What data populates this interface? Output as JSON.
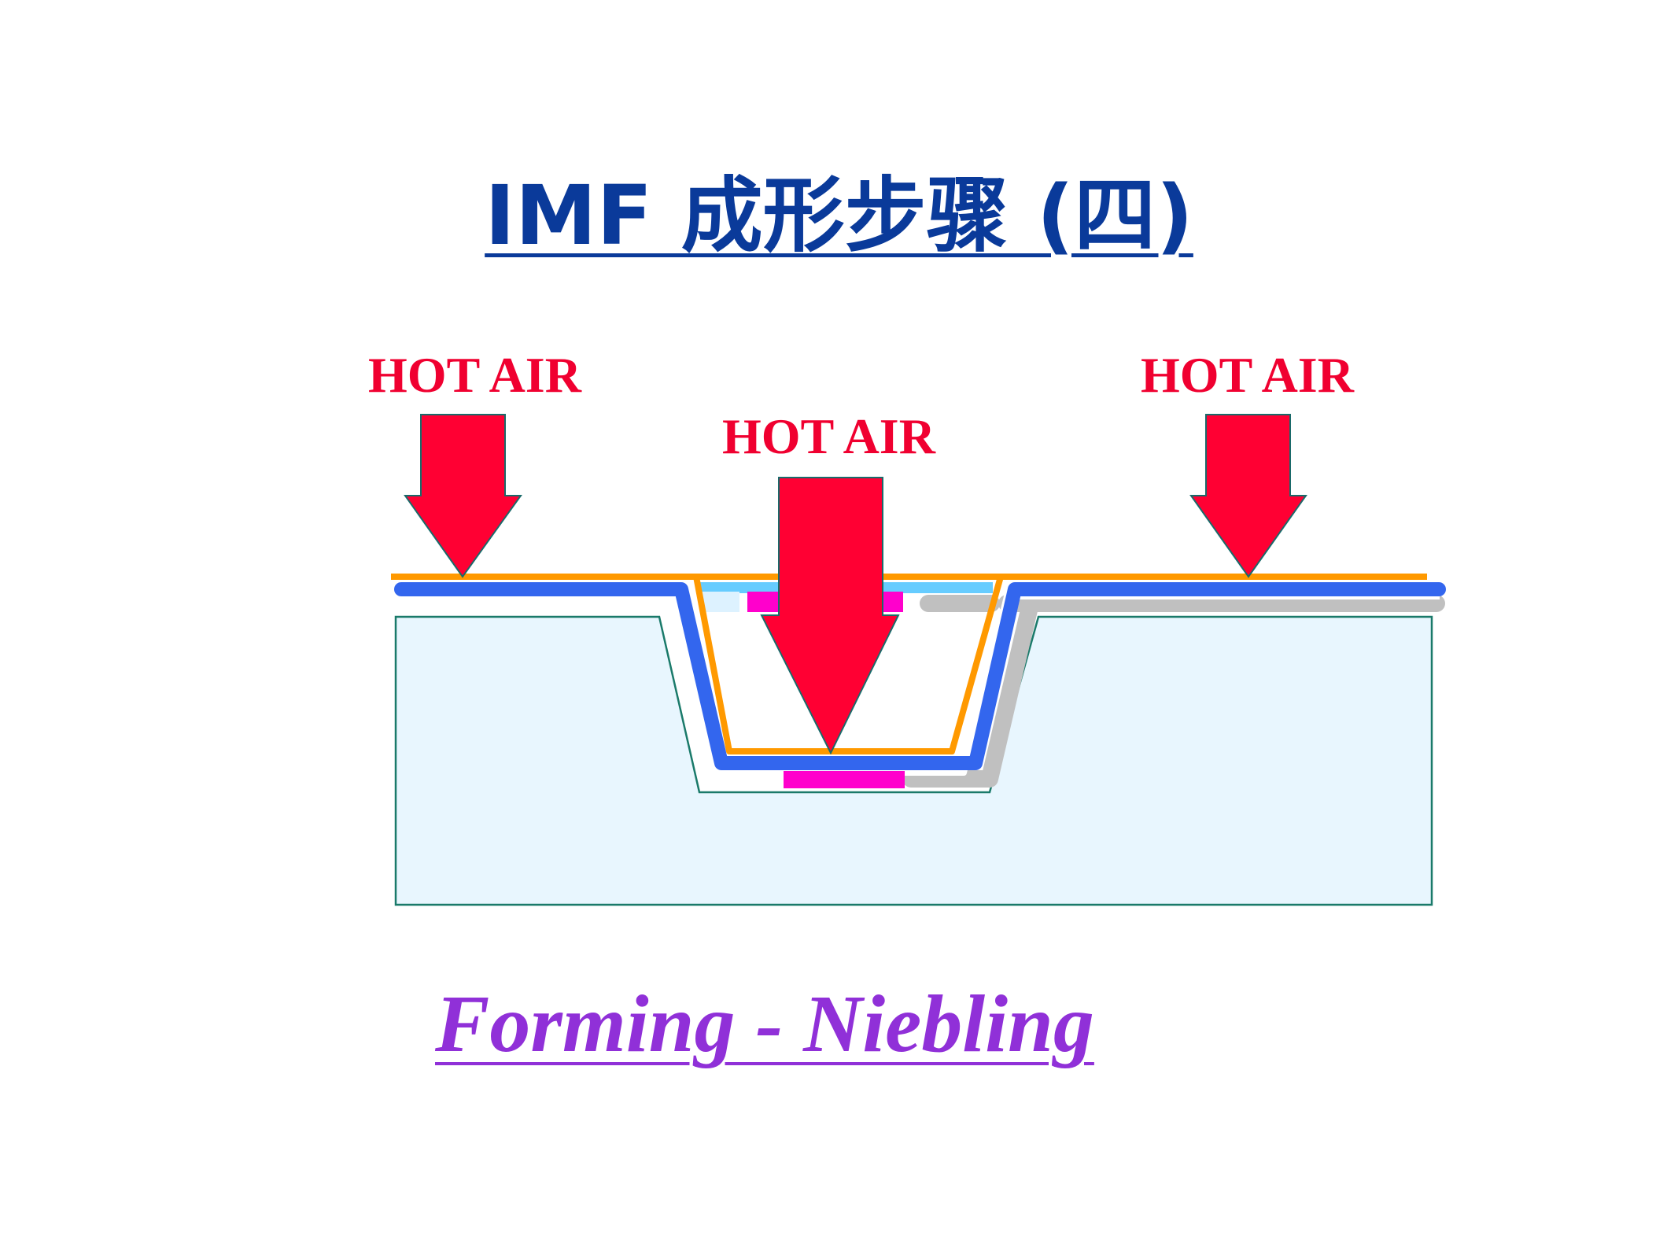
{
  "title": "IMF 成形步骤 (四)",
  "labels": {
    "left": "HOT AIR",
    "center": "HOT AIR",
    "right": "HOT AIR"
  },
  "caption": "Forming - Niebling",
  "colors": {
    "title": "#0a3a9a",
    "arrow": "#ff0033",
    "arrow_outline": "#1a6a6a",
    "mold": "#e8f6fe",
    "mold_outline": "#1a7a6a",
    "film_top": "#ff9900",
    "film_blue": "#3366ee",
    "film_gray": "#c0c0c0",
    "ink_magenta": "#ff00cc",
    "ink_lightblue": "#66ccff",
    "caption": "#9030d8"
  }
}
